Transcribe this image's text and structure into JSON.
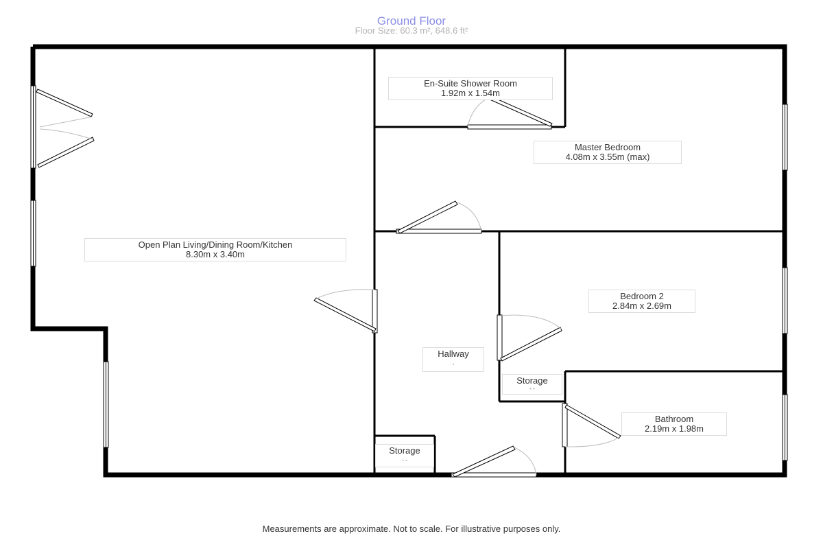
{
  "header": {
    "title": "Ground Floor",
    "subtitle": "Floor Size: 60.3 m², 648.6 ft²"
  },
  "rooms": {
    "living": {
      "name": "Open Plan Living/Dining Room/Kitchen",
      "size": "8.30m x 3.40m"
    },
    "ensuite": {
      "name": "En-Suite Shower Room",
      "size": "1.92m x 1.54m"
    },
    "master": {
      "name": "Master Bedroom",
      "size": "4.08m x 3.55m (max)"
    },
    "bedroom2": {
      "name": "Bedroom 2",
      "size": "2.84m x 2.69m"
    },
    "hallway": {
      "name": "Hallway",
      "size": "-"
    },
    "storage1": {
      "name": "Storage",
      "size": "- -"
    },
    "storage2": {
      "name": "Storage",
      "size": "- -"
    },
    "bathroom": {
      "name": "Bathroom",
      "size": "2.19m x 1.98m"
    }
  },
  "footer": {
    "disclaimer": "Measurements are approximate. Not to scale. For illustrative purposes only."
  },
  "colors": {
    "wall": "#000000",
    "title": "#8c8fe6",
    "subtitle": "#b3b3b3",
    "label_border": "#dcdcdc"
  }
}
